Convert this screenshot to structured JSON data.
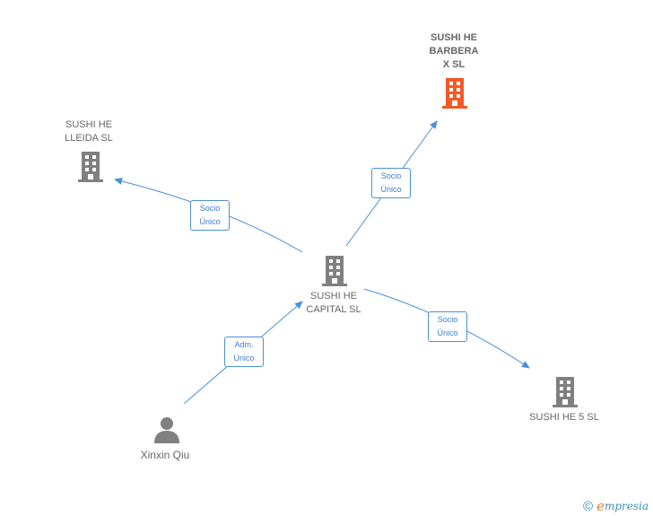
{
  "nodes": {
    "barbera": {
      "label": "SUSHI HE\nBARBERA\nX  SL",
      "color": "#f05a28"
    },
    "lleida": {
      "label": "SUSHI HE\nLLEIDA  SL",
      "color": "#808080"
    },
    "capital": {
      "label": "SUSHI HE\nCAPITAL  SL",
      "color": "#808080"
    },
    "he5": {
      "label": "SUSHI HE 5  SL",
      "color": "#808080"
    },
    "person": {
      "label": "Xinxin Qiu",
      "color": "#808080"
    }
  },
  "edges": {
    "to_lleida": "Socio\nÚnico",
    "to_barbera": "Socio\nÚnico",
    "to_he5": "Socio\nÚnico",
    "person_to_capital": "Adm.\nUnico"
  },
  "footer": {
    "copyright": "©",
    "brand_e": "e",
    "brand_rest": "mpresia"
  },
  "colors": {
    "edge": "#4a90d9",
    "accent": "#f05a28"
  }
}
